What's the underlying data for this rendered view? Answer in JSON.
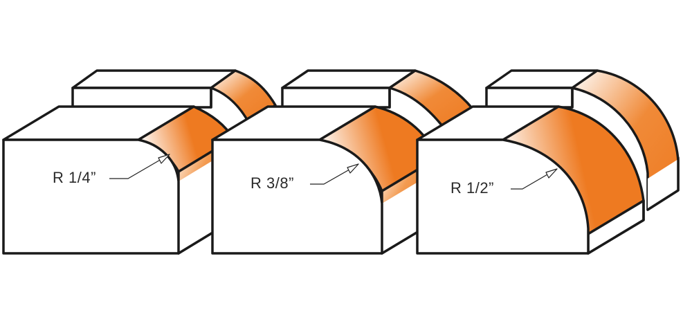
{
  "colors": {
    "profile_orange": "#ee7a21",
    "profile_fade": "#ffffff",
    "outline": "#1a1a1a",
    "background": "#ffffff"
  },
  "profiles": [
    {
      "label": "R 1/4”"
    },
    {
      "label": "R 3/8”"
    },
    {
      "label": "R 1/2”"
    }
  ]
}
